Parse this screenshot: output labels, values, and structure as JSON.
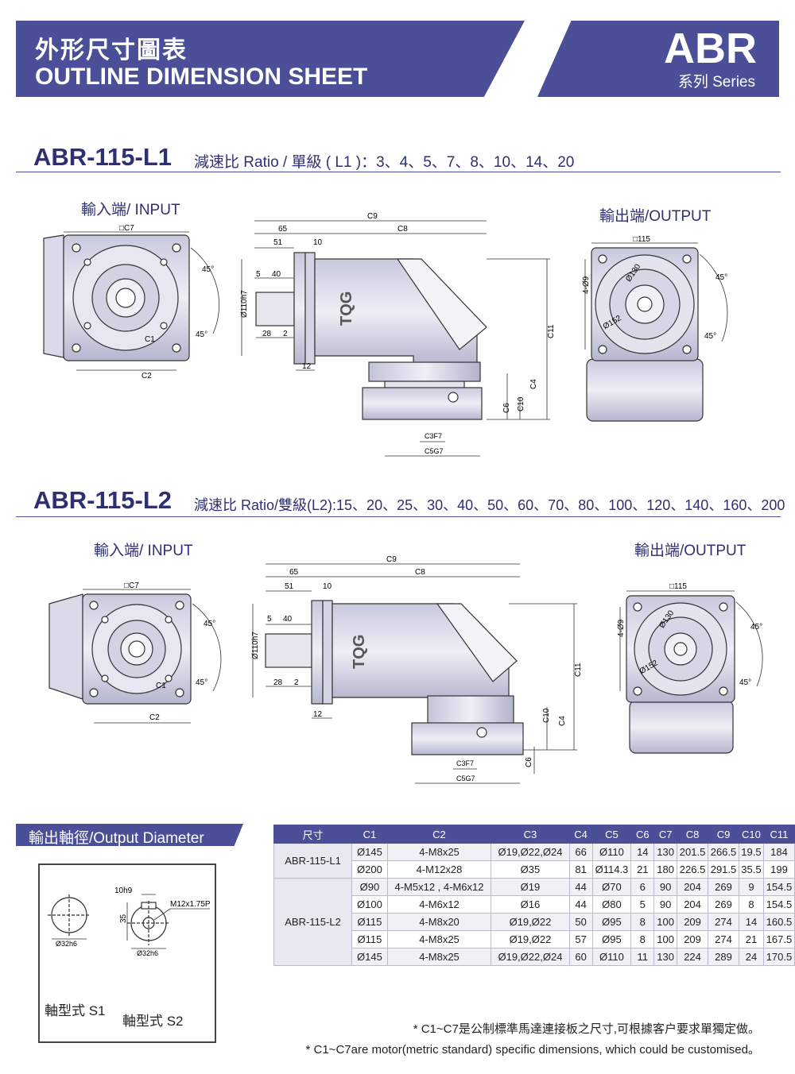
{
  "header": {
    "title_cn": "外形尺寸圖表",
    "title_en": "OUTLINE DIMENSION SHEET",
    "series_code": "ABR",
    "series_label": "系列 Series"
  },
  "section1": {
    "model": "ABR-115-L1",
    "ratio": "減速比 Ratio / 單級 ( L1 )：3、4、5、7、8、10、14、20",
    "input_label": "輸入端/ INPUT",
    "output_label": "輸出端/OUTPUT",
    "dims": {
      "c7": "□C7",
      "c2": "C2",
      "c1": "C1",
      "a45": "45°",
      "c9": "C9",
      "c8": "C8",
      "d65": "65",
      "d51": "51",
      "d10": "10",
      "d5": "5",
      "d40": "40",
      "d28": "28",
      "d2": "2",
      "d12": "12",
      "d110": "Ø110h7",
      "c11": "C11",
      "c4": "C4",
      "c6": "C6",
      "c10": "C10",
      "c3": "C3F7",
      "c5": "C5G7",
      "sq115": "□115",
      "bolt": "4-Ø9",
      "d130": "Ø130",
      "d152": "Ø152",
      "brand": "TQG"
    }
  },
  "section2": {
    "model": "ABR-115-L2",
    "ratio": "減速比 Ratio/雙級(L2):15、20、25、30、40、50、60、70、80、100、120、140、160、200",
    "input_label": "輸入端/ INPUT",
    "output_label": "輸出端/OUTPUT",
    "dims": {
      "c7": "□C7",
      "c2": "C2",
      "c1": "C1",
      "a45": "45°",
      "c9": "C9",
      "c8": "C8",
      "d65": "65",
      "d51": "51",
      "d10": "10",
      "d5": "5",
      "d40": "40",
      "d28": "28",
      "d2": "2",
      "d12": "12",
      "d110": "Ø110h7",
      "c11": "C11",
      "c4": "C4",
      "c6": "C6",
      "c10": "C10",
      "c3": "C3F7",
      "c5": "C5G7",
      "sq115": "□115",
      "bolt": "4-Ø9",
      "d130": "Ø130",
      "d152": "Ø152",
      "brand": "TQG"
    }
  },
  "output_diameter": {
    "title": "輸出軸徑/Output Diameter",
    "s1_label": "軸型式  S1",
    "s2_label": "軸型式  S2",
    "s1_dia": "Ø32h6",
    "s2_dia": "Ø32h6",
    "key_width": "10h9",
    "key_height": "35",
    "thread": "M12x1.75P"
  },
  "table": {
    "headers": [
      "尺寸",
      "C1",
      "C2",
      "C3",
      "C4",
      "C5",
      "C6",
      "C7",
      "C8",
      "C9",
      "C10",
      "C11"
    ],
    "groups": [
      {
        "model": "ABR-115-L1",
        "rows": [
          [
            "Ø145",
            "4-M8x25",
            "Ø19,Ø22,Ø24",
            "66",
            "Ø110",
            "14",
            "130",
            "201.5",
            "266.5",
            "19.5",
            "184"
          ],
          [
            "Ø200",
            "4-M12x28",
            "Ø35",
            "81",
            "Ø114.3",
            "21",
            "180",
            "226.5",
            "291.5",
            "35.5",
            "199"
          ]
        ]
      },
      {
        "model": "ABR-115-L2",
        "rows": [
          [
            "Ø90",
            "4-M5x12 , 4-M6x12",
            "Ø19",
            "44",
            "Ø70",
            "6",
            "90",
            "204",
            "269",
            "9",
            "154.5"
          ],
          [
            "Ø100",
            "4-M6x12",
            "Ø16",
            "44",
            "Ø80",
            "5",
            "90",
            "204",
            "269",
            "8",
            "154.5"
          ],
          [
            "Ø115",
            "4-M8x20",
            "Ø19,Ø22",
            "50",
            "Ø95",
            "8",
            "100",
            "209",
            "274",
            "14",
            "160.5"
          ],
          [
            "Ø115",
            "4-M8x25",
            "Ø19,Ø22",
            "57",
            "Ø95",
            "8",
            "100",
            "209",
            "274",
            "21",
            "167.5"
          ],
          [
            "Ø145",
            "4-M8x25",
            "Ø19,Ø22,Ø24",
            "60",
            "Ø110",
            "11",
            "130",
            "224",
            "289",
            "24",
            "170.5"
          ]
        ]
      }
    ]
  },
  "notes": {
    "cn": "* C1~C7是公制標準馬達連接板之尺寸,可根據客户要求單獨定做。",
    "en": "* C1~C7are motor(metric standard) specific dimensions, which could be customised。"
  }
}
